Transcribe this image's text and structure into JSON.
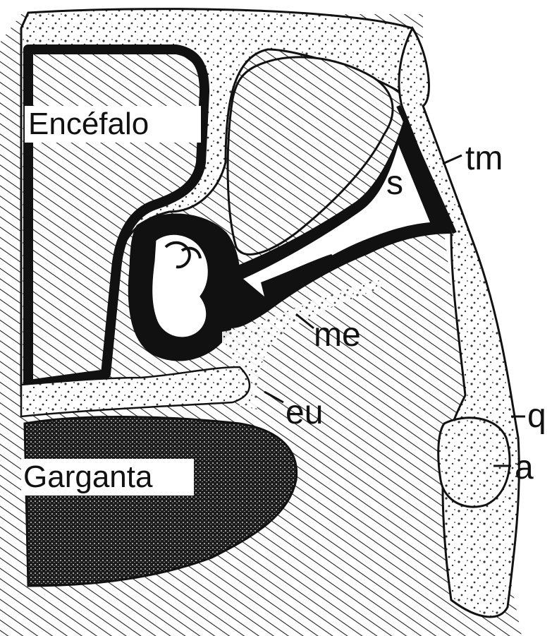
{
  "labels": {
    "encefalo": "Encéfalo",
    "garganta": "Garganta",
    "s": "s",
    "tm": "tm",
    "me": "me",
    "eu": "eu",
    "q": "q",
    "a": "a"
  },
  "colors": {
    "ink": "#111111",
    "paper": "#ffffff",
    "hatch": "#222222",
    "stipple": "#333333"
  }
}
